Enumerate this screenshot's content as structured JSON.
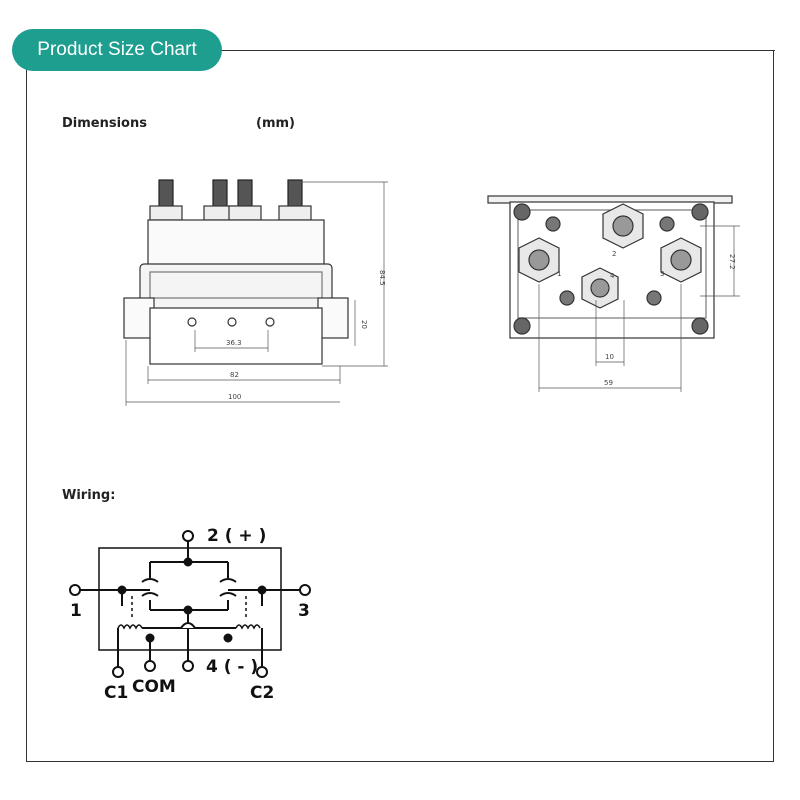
{
  "header": {
    "title": "Product Size Chart"
  },
  "dimensions": {
    "heading": "Dimensions",
    "unit": "(mm)",
    "front": {
      "pitch": "36.3",
      "height": "84.5",
      "lower": "20",
      "inner": "82",
      "overall": "100"
    },
    "top": {
      "vertical": "27.2",
      "offset": "10",
      "width": "59",
      "terminals": [
        "1",
        "2",
        "3",
        "4"
      ]
    }
  },
  "wiring": {
    "heading": "Wiring:",
    "labels": {
      "t2": "2 ( + )",
      "t1": "1",
      "t3": "3",
      "t4": "4 ( - )",
      "c1": "C1",
      "com": "COM",
      "c2": "C2"
    }
  }
}
